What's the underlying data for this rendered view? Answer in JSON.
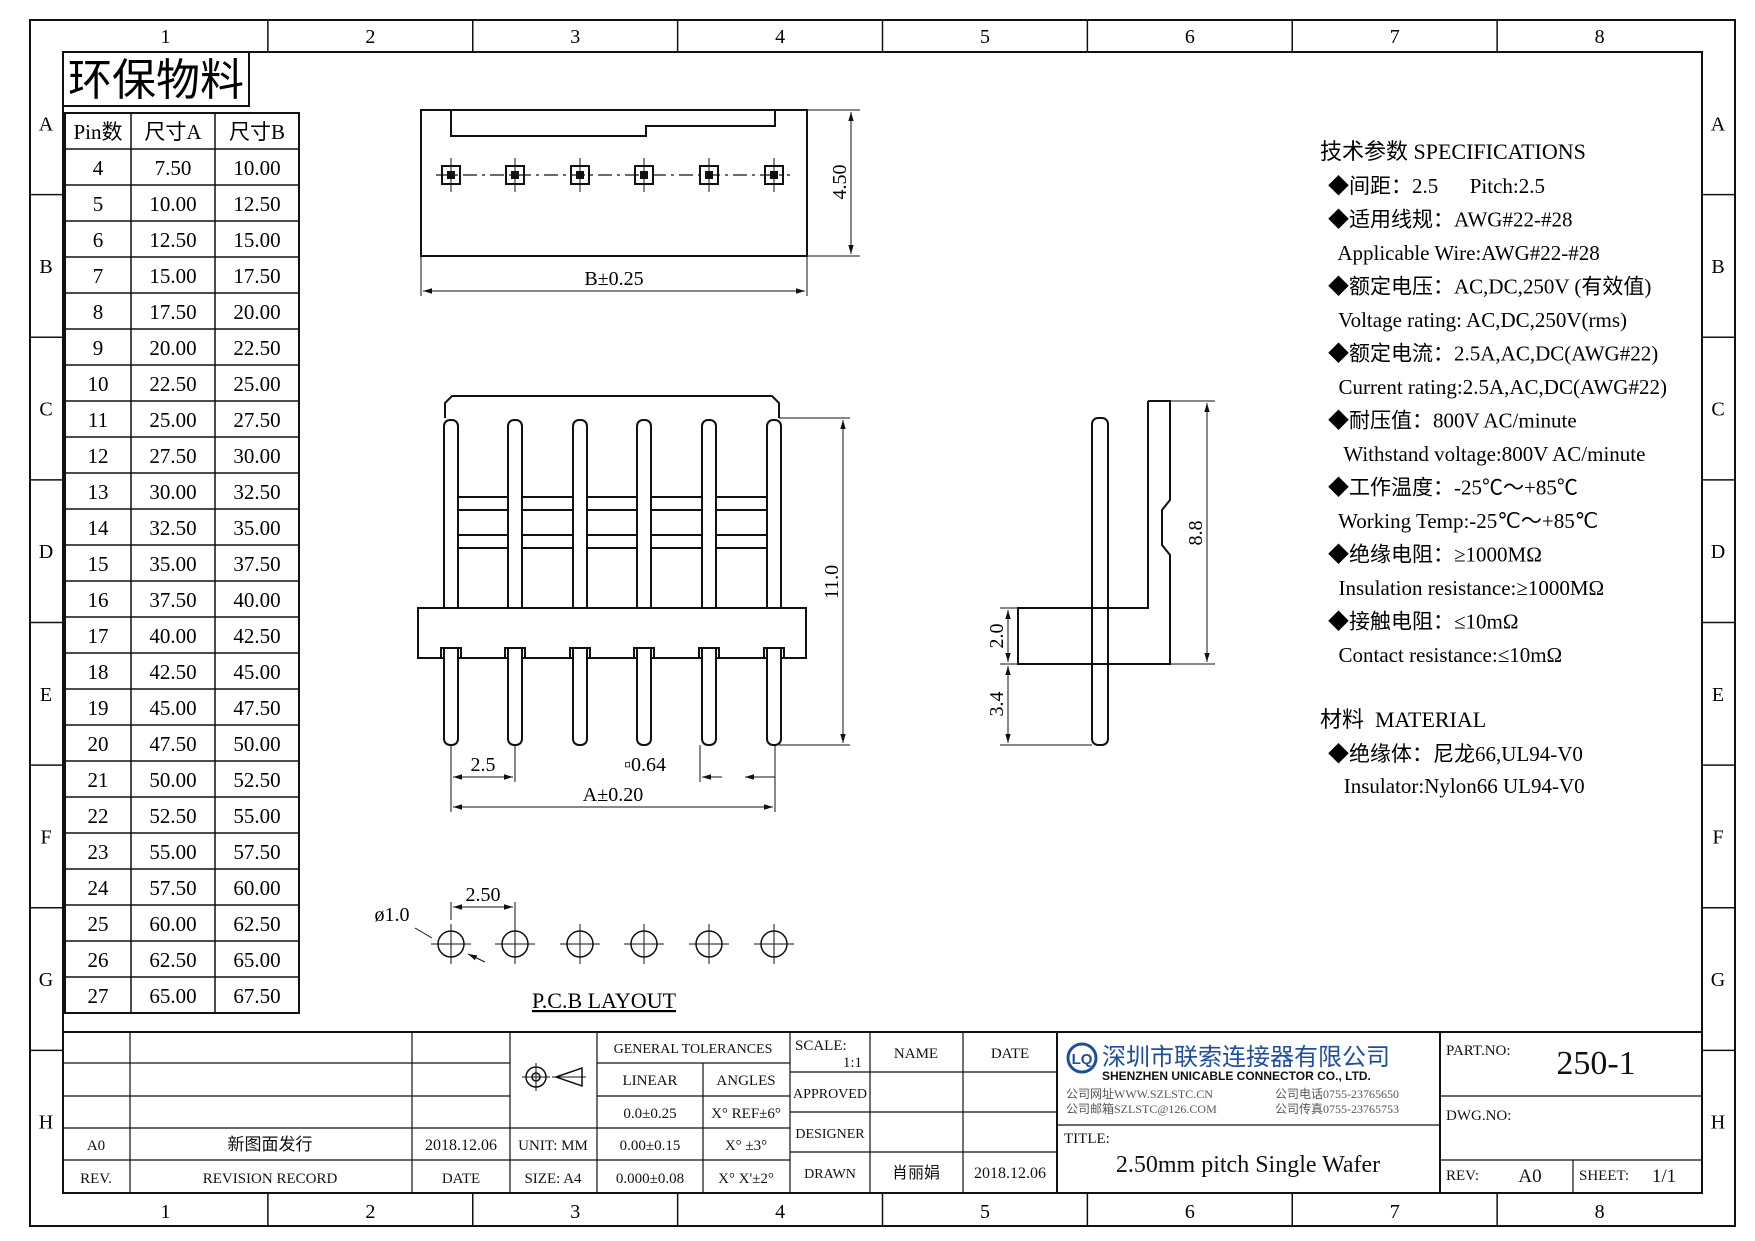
{
  "zone_cols": [
    "1",
    "2",
    "3",
    "4",
    "5",
    "6",
    "7",
    "8"
  ],
  "zone_rows": [
    "A",
    "B",
    "C",
    "D",
    "E",
    "F",
    "G",
    "H"
  ],
  "badge": "环保物料",
  "pin_table": {
    "headers": [
      "Pin数",
      "尺寸A",
      "尺寸B"
    ],
    "rows": [
      [
        "4",
        "7.50",
        "10.00"
      ],
      [
        "5",
        "10.00",
        "12.50"
      ],
      [
        "6",
        "12.50",
        "15.00"
      ],
      [
        "7",
        "15.00",
        "17.50"
      ],
      [
        "8",
        "17.50",
        "20.00"
      ],
      [
        "9",
        "20.00",
        "22.50"
      ],
      [
        "10",
        "22.50",
        "25.00"
      ],
      [
        "11",
        "25.00",
        "27.50"
      ],
      [
        "12",
        "27.50",
        "30.00"
      ],
      [
        "13",
        "30.00",
        "32.50"
      ],
      [
        "14",
        "32.50",
        "35.00"
      ],
      [
        "15",
        "35.00",
        "37.50"
      ],
      [
        "16",
        "37.50",
        "40.00"
      ],
      [
        "17",
        "40.00",
        "42.50"
      ],
      [
        "18",
        "42.50",
        "45.00"
      ],
      [
        "19",
        "45.00",
        "47.50"
      ],
      [
        "20",
        "47.50",
        "50.00"
      ],
      [
        "21",
        "50.00",
        "52.50"
      ],
      [
        "22",
        "52.50",
        "55.00"
      ],
      [
        "23",
        "55.00",
        "57.50"
      ],
      [
        "24",
        "57.50",
        "60.00"
      ],
      [
        "25",
        "60.00",
        "62.50"
      ],
      [
        "26",
        "62.50",
        "65.00"
      ],
      [
        "27",
        "65.00",
        "67.50"
      ]
    ]
  },
  "dims": {
    "top_height": "4.50",
    "top_width": "B±0.25",
    "front_height": "11.0",
    "pitch": "2.5",
    "pin_size": "▫0.64",
    "front_width": "A±0.20",
    "side_height": "8.8",
    "side_base": "2.0",
    "side_tail": "3.4",
    "hole_dia": "ø1.0",
    "hole_pitch": "2.50"
  },
  "pcb_label": "P.C.B LAYOUT",
  "specs": {
    "heading": "技术参数  SPECIFICATIONS",
    "lines": [
      "◆间距：2.5      Pitch:2.5",
      "◆适用线规：AWG#22-#28",
      "  Applicable Wire:AWG#22-#28",
      "◆额定电压：AC,DC,250V (有效值)",
      "  Voltage rating: AC,DC,250V(rms)",
      "◆额定电流：2.5A,AC,DC(AWG#22)",
      "  Current rating:2.5A,AC,DC(AWG#22)",
      "◆耐压值：800V AC/minute",
      "   Withstand voltage:800V AC/minute",
      "◆工作温度：-25℃～+85℃",
      "  Working Temp:-25℃～+85℃",
      "◆绝缘电阻：≥1000MΩ",
      "  Insulation resistance:≥1000MΩ",
      "◆接触电阻：≤10mΩ",
      "  Contact resistance:≤10mΩ"
    ],
    "material_heading": "材料  MATERIAL",
    "material_lines": [
      "◆绝缘体：尼龙66,UL94-V0",
      "   Insulator:Nylon66 UL94-V0"
    ]
  },
  "title_block": {
    "rev_a0": "A0",
    "rev_desc": "新图面发行",
    "rev_date": "2018.12.06",
    "rev_label": "REV.",
    "revision_record": "REVISION RECORD",
    "date_label": "DATE",
    "unit": "UNIT: MM",
    "size": "SIZE: A4",
    "general_tolerances": "GENERAL TOLERANCES",
    "linear": "LINEAR",
    "angles": "ANGLES",
    "tol1": "0.0±0.25",
    "tol2": "0.00±0.15",
    "tol3": "0.000±0.08",
    "ang1": "X° REF±6°",
    "ang2": "X° ±3°",
    "ang3": "X° X'±2°",
    "scale_label": "SCALE:",
    "scale_value": "1:1",
    "name_label": "NAME",
    "date_col": "DATE",
    "approved": "APPROVED",
    "designer": "DESIGNER",
    "drawn": "DRAWN",
    "drawn_name": "肖丽娟",
    "drawn_date": "2018.12.06",
    "company_cn": "深圳市联索连接器有限公司",
    "company_en": "SHENZHEN UNICABLE CONNECTOR CO., LTD.",
    "web": "公司网址WWW.SZLSTC.CN",
    "email": "公司邮箱SZLSTC@126.COM",
    "phone": "公司电话0755-23765650",
    "fax": "公司传真0755-23765753",
    "title_label": "TITLE:",
    "title": "2.50mm pitch Single Wafer",
    "part_label": "PART.NO:",
    "part_no": "250-1",
    "dwg_label": "DWG.NO:",
    "rev_foot_label": "REV:",
    "rev_foot": "A0",
    "sheet_label": "SHEET:",
    "sheet": "1/1"
  }
}
